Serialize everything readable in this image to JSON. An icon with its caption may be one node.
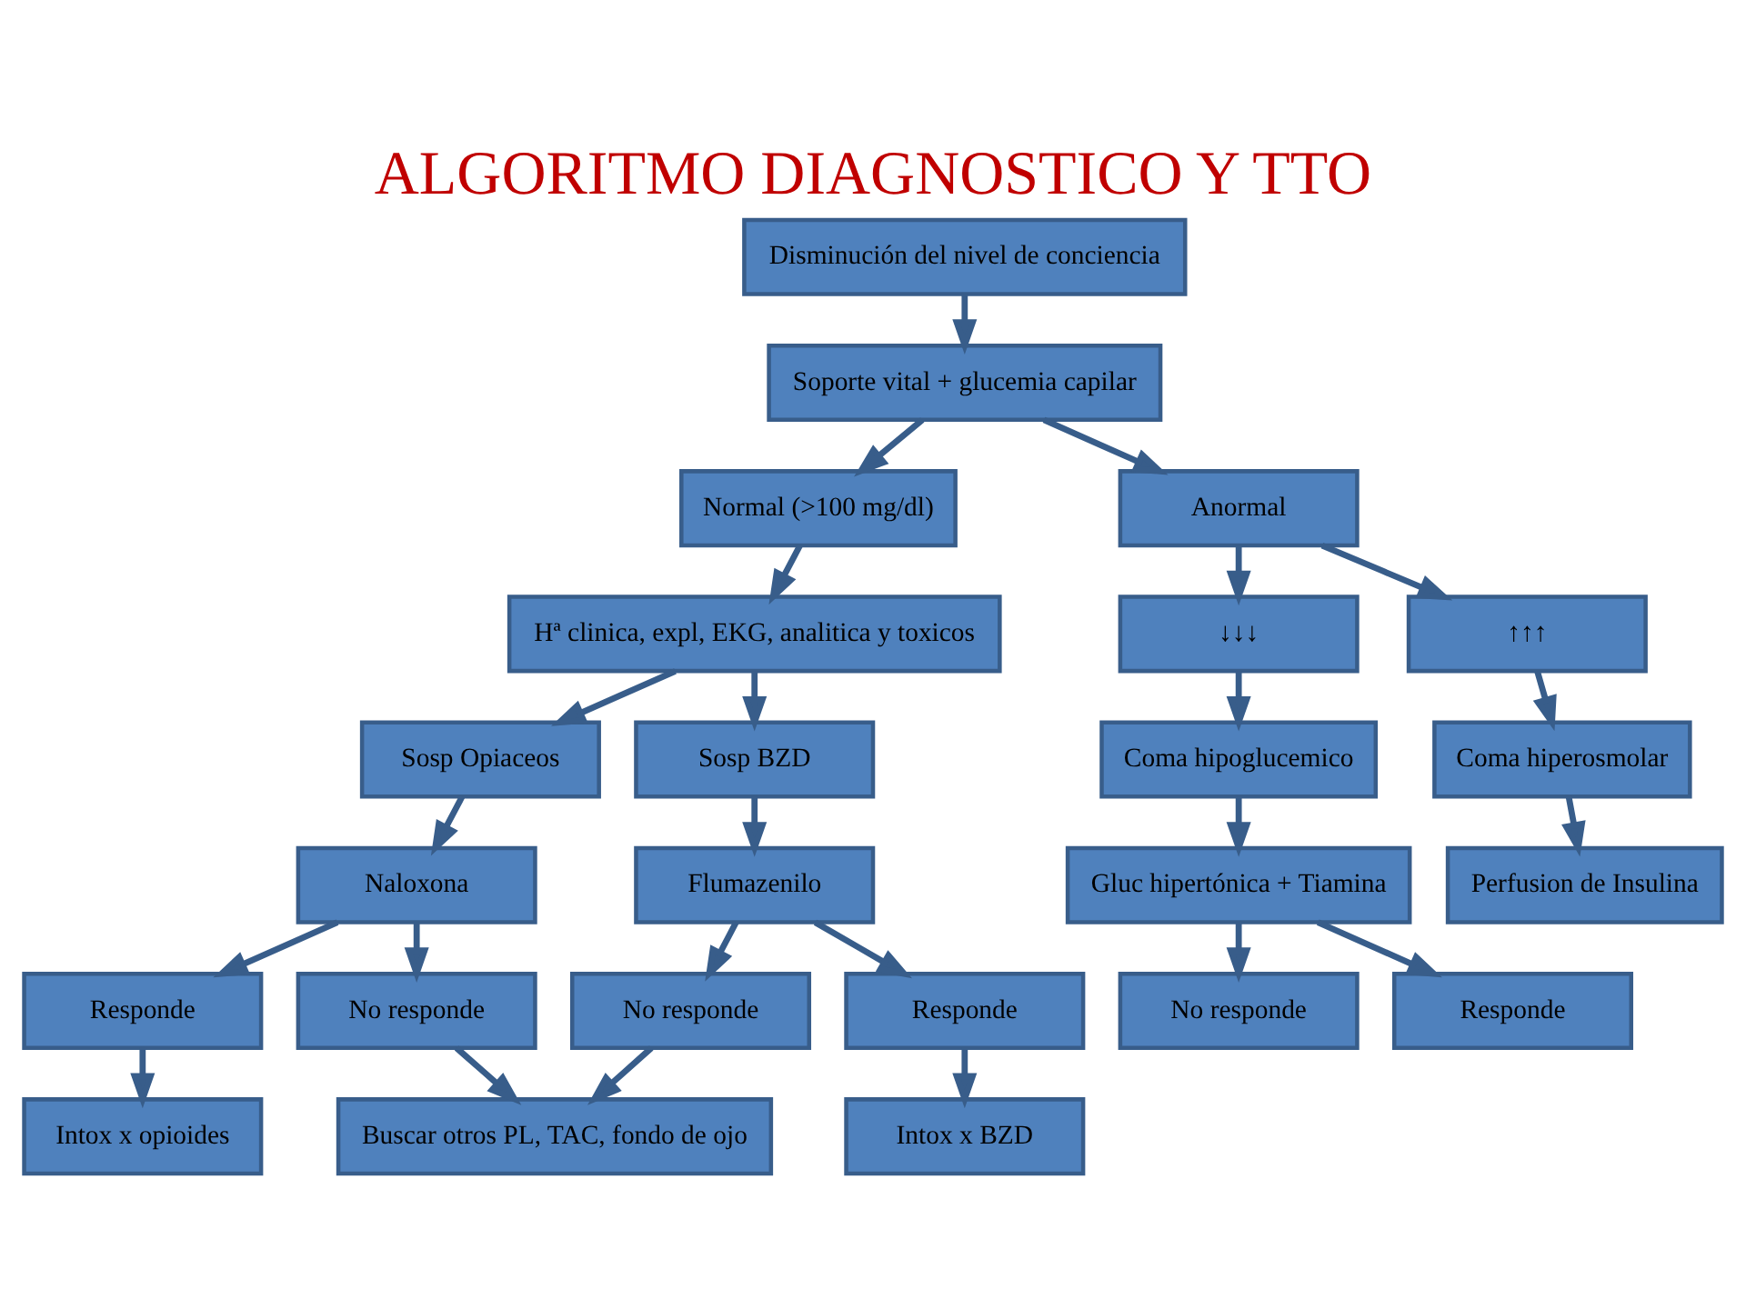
{
  "diagram": {
    "title": "ALGORITMO DIAGNOSTICO Y TTO",
    "nodes": [
      {
        "text": [
          "Disminución del nivel de conciencia"
        ]
      },
      {
        "text": [
          "Soporte vital + glucemia capilar"
        ]
      },
      {
        "text": [
          "Normal (>100 mg/dl)"
        ]
      },
      {
        "text": [
          "Anormal"
        ]
      },
      {
        "text": [
          "Hª clinica, expl, EKG, analitica y toxicos"
        ]
      },
      {
        "text": [
          "↓↓↓"
        ]
      },
      {
        "text": [
          "↑↑↑"
        ]
      },
      {
        "text": [
          "Sosp Opiaceos"
        ]
      },
      {
        "text": [
          "Sosp BZD"
        ]
      },
      {
        "text": [
          "Coma hipoglucemico"
        ]
      },
      {
        "text": [
          "Coma hiperosmolar"
        ]
      },
      {
        "text": [
          "Naloxona"
        ]
      },
      {
        "text": [
          "Flumazenilo"
        ]
      },
      {
        "text": [
          "Gluc hipertónica + Tiamina"
        ]
      },
      {
        "text": [
          "Perfusion de Insulina"
        ]
      },
      {
        "text": [
          "Responde"
        ]
      },
      {
        "text": [
          "No responde"
        ]
      },
      {
        "text": [
          "No responde"
        ]
      },
      {
        "text": [
          "Responde"
        ]
      },
      {
        "text": [
          "No responde"
        ]
      },
      {
        "text": [
          "Responde"
        ]
      },
      {
        "text": [
          "Intox x opioides"
        ]
      },
      {
        "text": [
          "Buscar otros PL, TAC, fondo de ojo"
        ]
      },
      {
        "text": [
          "Intox x BZD"
        ]
      }
    ],
    "edges": [
      {
        "from": 0,
        "to": 1,
        "arrow": "to"
      },
      {
        "from": 1,
        "to": 2,
        "arrow": "to"
      },
      {
        "from": 1,
        "to": 3,
        "arrow": "to"
      },
      {
        "from": 2,
        "to": 4,
        "arrow": "to"
      },
      {
        "from": 3,
        "to": 5,
        "arrow": "to"
      },
      {
        "from": 3,
        "to": 6,
        "arrow": "to"
      },
      {
        "from": 4,
        "to": 7,
        "arrow": "to"
      },
      {
        "from": 4,
        "to": 8,
        "arrow": "to"
      },
      {
        "from": 5,
        "to": 9,
        "arrow": "to"
      },
      {
        "from": 6,
        "to": 10,
        "arrow": "to"
      },
      {
        "from": 7,
        "to": 11,
        "arrow": "to"
      },
      {
        "from": 8,
        "to": 12,
        "arrow": "to"
      },
      {
        "from": 9,
        "to": 13,
        "arrow": "to"
      },
      {
        "from": 10,
        "to": 14,
        "arrow": "to"
      },
      {
        "from": 11,
        "to": 15,
        "arrow": "to"
      },
      {
        "from": 11,
        "to": 16,
        "arrow": "to"
      },
      {
        "from": 12,
        "to": 17,
        "arrow": "to"
      },
      {
        "from": 12,
        "to": 18,
        "arrow": "to"
      },
      {
        "from": 13,
        "to": 19,
        "arrow": "to"
      },
      {
        "from": 13,
        "to": 20,
        "arrow": "to"
      },
      {
        "from": 15,
        "to": 21,
        "arrow": "to"
      },
      {
        "from": 16,
        "to": 22,
        "arrow": "to"
      },
      {
        "from": 17,
        "to": 22,
        "arrow": "to"
      },
      {
        "from": 18,
        "to": 23,
        "arrow": "to"
      }
    ]
  }
}
